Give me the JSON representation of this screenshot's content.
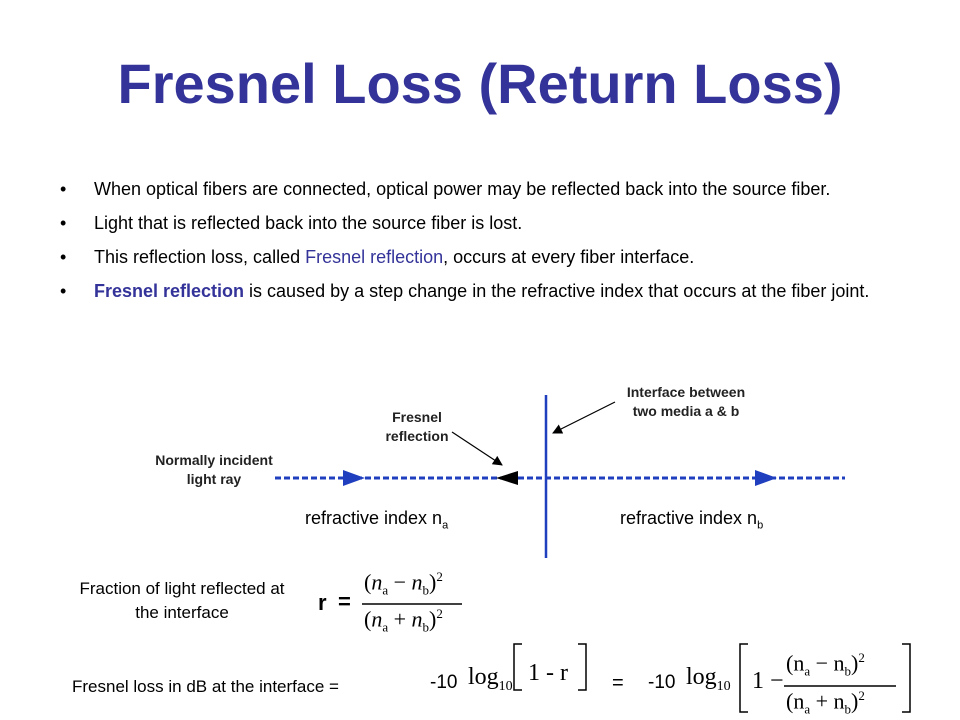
{
  "slide": {
    "title": "Fresnel Loss (Return Loss)",
    "bullets": [
      {
        "pre": "When optical fibers are connected, optical power may be reflected back into the source fiber.",
        "hl": "",
        "post": ""
      },
      {
        "pre": "Light that is reflected back into the source fiber is lost.",
        "hl": "",
        "post": ""
      },
      {
        "pre": "This reflection loss, called ",
        "hl": "Fresnel reflection",
        "post": ", occurs at every fiber interface."
      },
      {
        "pre": " ",
        "hl": "Fresnel reflection",
        "post": " is caused by a step change in the refractive index that occurs at the fiber joint."
      }
    ],
    "bullet_symbol": "•"
  },
  "diagram": {
    "interface_label_line1": "Interface between",
    "interface_label_line2": "two media a & b",
    "fresnel_label_line1": "Fresnel",
    "fresnel_label_line2": "reflection",
    "incident_label_line1": "Normally incident",
    "incident_label_line2": "light ray",
    "ri_left_prefix": "refractive index n",
    "ri_left_sub": "a",
    "ri_right_prefix": "refractive index n",
    "ri_right_sub": "b"
  },
  "formulas": {
    "fraction_caption_line1": "Fraction of light reflected at",
    "fraction_caption_line2": "the interface",
    "r_symbol": "r",
    "equals": "=",
    "loss_caption": "Fresnel loss in dB at the interface =",
    "minus_ten": "-10",
    "log": "log",
    "log_base": "10",
    "one_minus_r": "1 - r",
    "one_minus": "1 −",
    "n": "n",
    "sub_a": "a",
    "sub_b": "b",
    "minus": "−",
    "plus": "+",
    "square": "2"
  },
  "colors": {
    "title": "#333399",
    "highlight": "#333399",
    "ray": "#1f3fbf",
    "interface_line": "#1f3fbf"
  }
}
